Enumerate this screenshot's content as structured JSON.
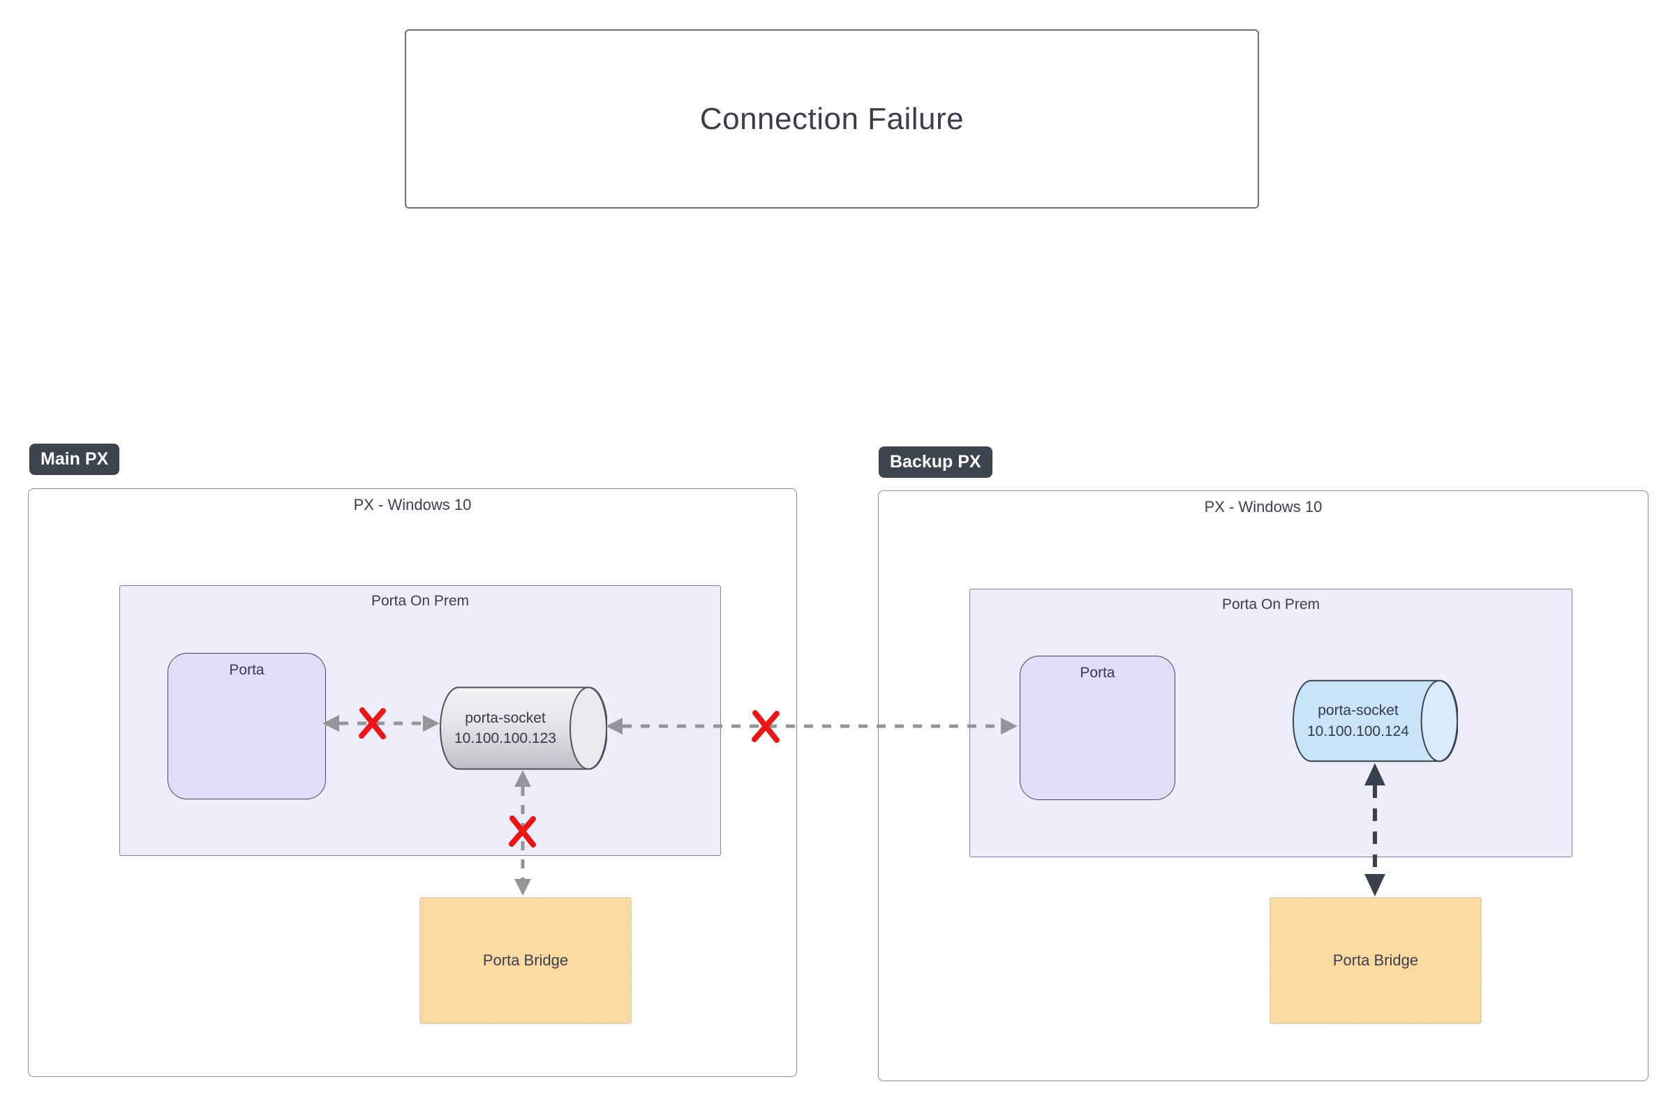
{
  "title": "Connection Failure",
  "systems": [
    {
      "badge": "Main PX",
      "os_label": "PX - Windows 10",
      "group_label": "Porta On Prem",
      "porta_label": "Porta",
      "socket_label": "porta-socket",
      "socket_ip": "10.100.100.123",
      "bridge_label": "Porta Bridge"
    },
    {
      "badge": "Backup PX",
      "os_label": "PX - Windows 10",
      "group_label": "Porta On Prem",
      "porta_label": "Porta",
      "socket_label": "porta-socket",
      "socket_ip": "10.100.100.124",
      "bridge_label": "Porta Bridge"
    }
  ],
  "connections": [
    {
      "from": "Porta (Main PX)",
      "to": "porta-socket 10.100.100.123",
      "style": "dashed double arrow",
      "status": "failed",
      "marker": "red-x"
    },
    {
      "from": "porta-socket 10.100.100.123",
      "to": "Porta (Backup PX)",
      "style": "dashed double arrow",
      "status": "failed",
      "marker": "red-x"
    },
    {
      "from": "porta-socket 10.100.100.123",
      "to": "Porta Bridge (Main PX)",
      "style": "dashed double arrow",
      "status": "failed",
      "marker": "red-x"
    },
    {
      "from": "porta-socket 10.100.100.124",
      "to": "Porta Bridge (Backup PX)",
      "style": "dashed double arrow",
      "status": "connected",
      "marker": "none"
    }
  ],
  "colors": {
    "badge_bg": "#3c4450",
    "badge_text": "#ffffff",
    "group_fill": "#ededfb",
    "porta_fill": "#dfddf8",
    "socket_main_fill": "#d9dcdf",
    "socket_backup_fill": "#c9e3f8",
    "bridge_fill": "#fcd9a0",
    "arrow_gray": "#929699",
    "arrow_dark": "#3a414e",
    "failure_x": "#ed1515",
    "text_dark": "#3a414e"
  }
}
